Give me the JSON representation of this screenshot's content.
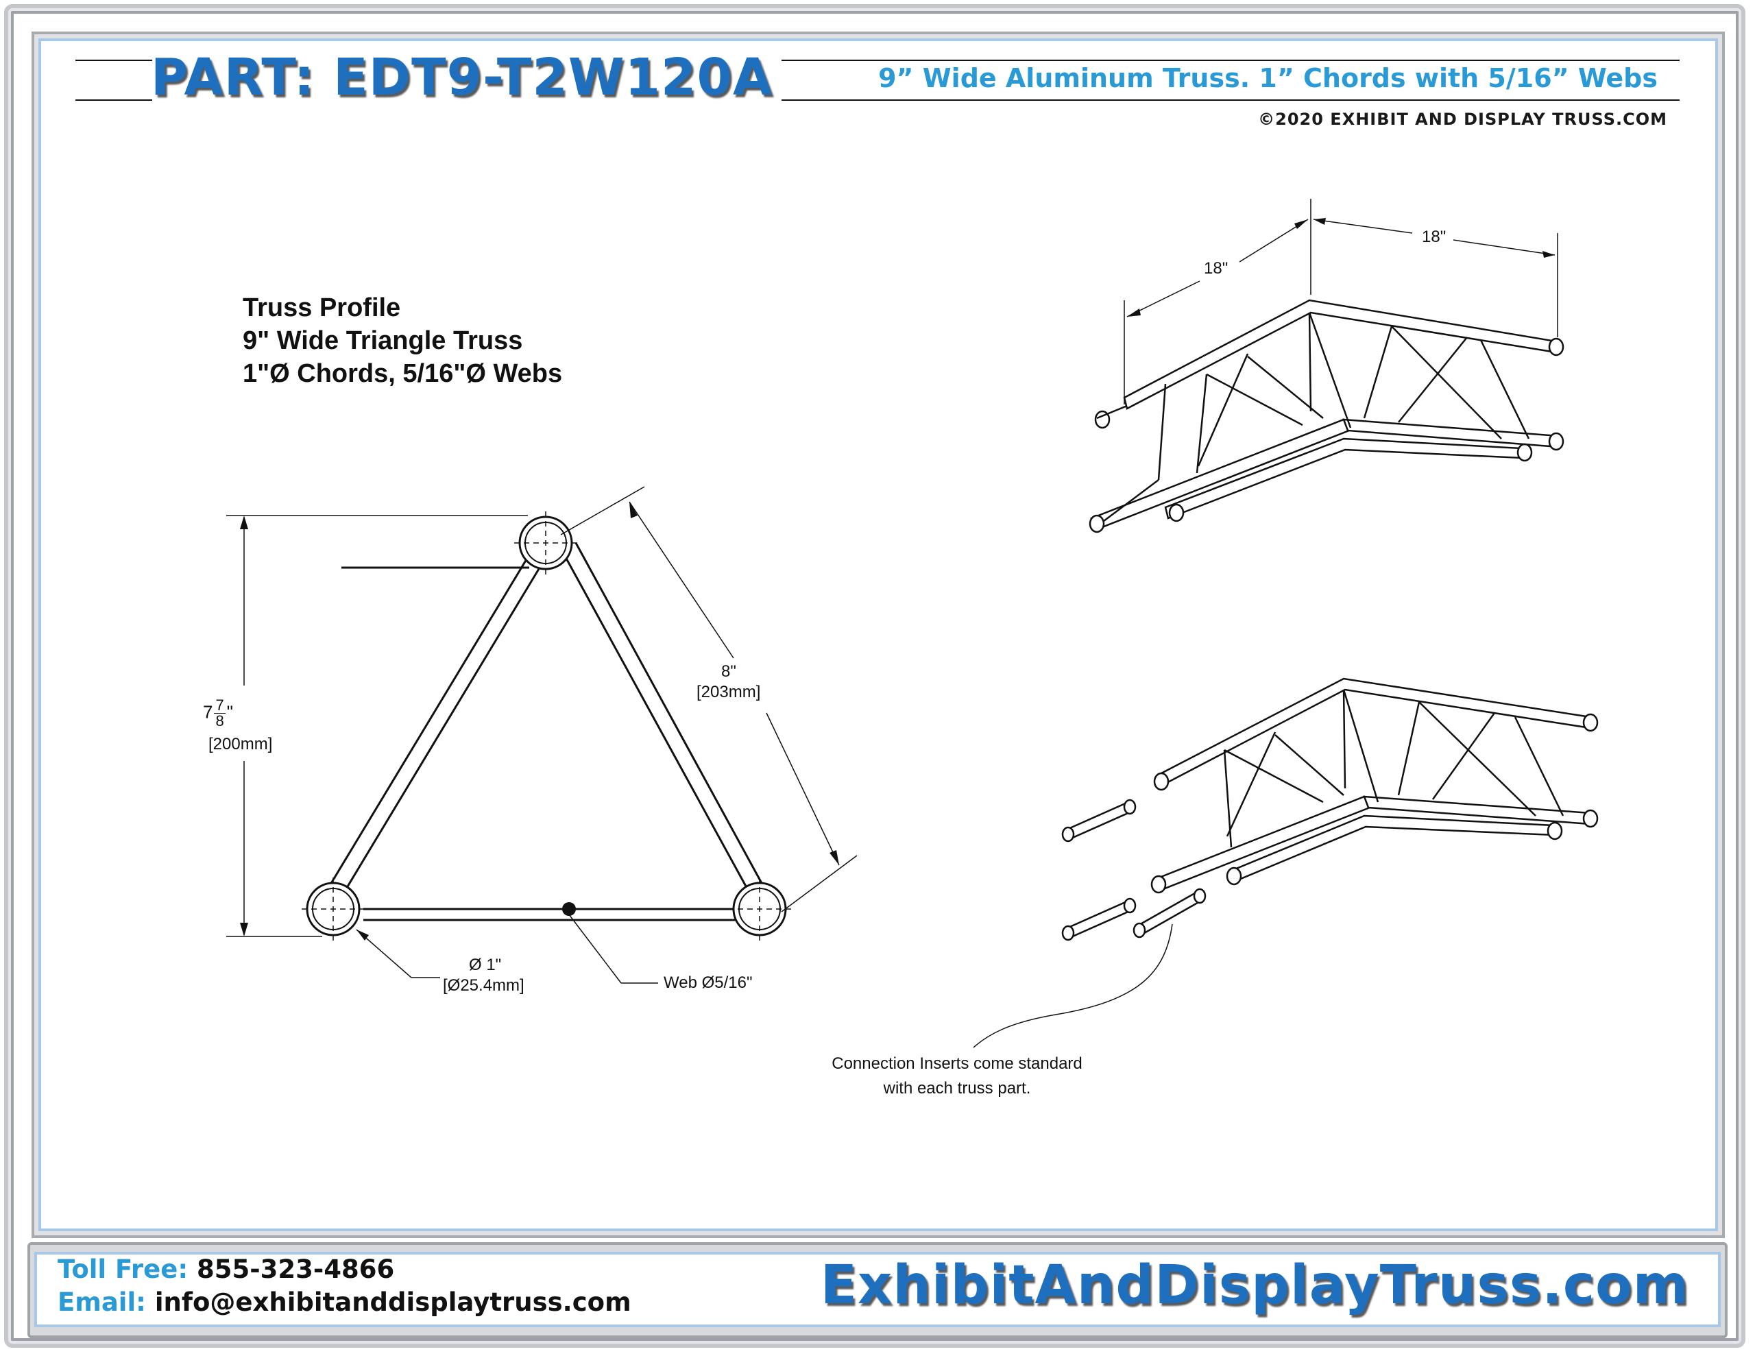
{
  "header": {
    "part_title": "PART: EDT9-T2W120A",
    "subtitle": "9” Wide Aluminum Truss. 1” Chords with 5/16” Webs",
    "copyright": "©2020 EXHIBIT AND DISPLAY TRUSS.COM"
  },
  "profile": {
    "line1": "Truss Profile",
    "line2": "9\" Wide Triangle Truss",
    "line3": "1\"Ø Chords, 5/16\"Ø Webs"
  },
  "dimensions": {
    "height_whole": "7",
    "height_num": "7",
    "height_den": "8",
    "height_inch_mark": "\"",
    "height_mm": "[200mm]",
    "side_in": "8\"",
    "side_mm": "[203mm]",
    "chord_dia_in": "Ø  1\"",
    "chord_dia_mm": "[Ø25.4mm]",
    "web_dia": "Web Ø5/16\"",
    "leg_a": "18\"",
    "leg_b": "18\""
  },
  "note": {
    "line1": "Connection Inserts come standard",
    "line2": "with each truss part."
  },
  "footer": {
    "toll_free_label": "Toll Free:",
    "toll_free_value": "855-323-4866",
    "email_label": "Email:",
    "email_value": "info@exhibitanddisplaytruss.com",
    "site_name": "ExhibitAndDisplayTruss.com"
  }
}
